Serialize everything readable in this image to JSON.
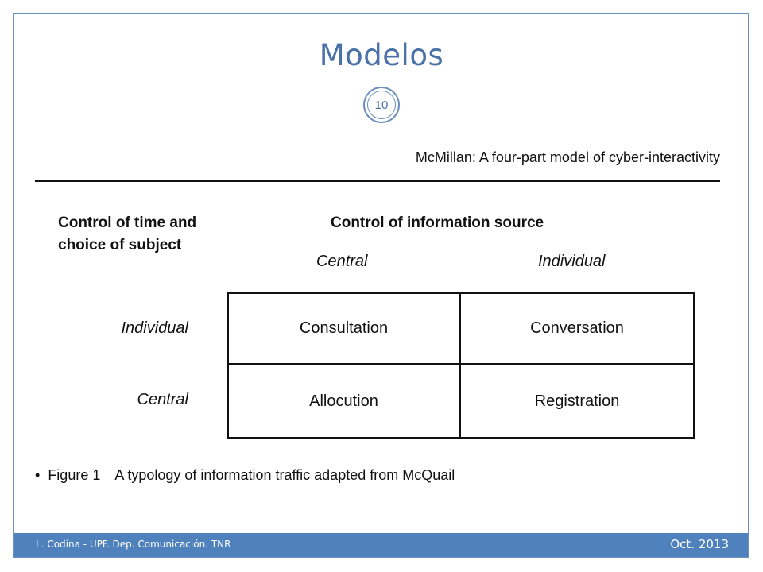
{
  "slide": {
    "title": "Modelos",
    "page_number": "10",
    "frame_color": "#6d8fbf",
    "title_color": "#4a72a8",
    "footer_color": "#4f81bd"
  },
  "figure": {
    "heading": "McMillan: A four-part model of cyber-interactivity",
    "row_axis_title_line1": "Control of time and",
    "row_axis_title_line2": "choice of subject",
    "col_axis_title": "Control of information source",
    "col_headers": [
      "Central",
      "Individual"
    ],
    "row_headers": [
      "Individual",
      "Central"
    ],
    "cells": [
      [
        "Consultation",
        "Conversation"
      ],
      [
        "Allocution",
        "Registration"
      ]
    ],
    "caption_bullet": "•",
    "caption_figure": "Figure 1",
    "caption_text": "A typology of information traffic adapted from McQuail"
  },
  "footer": {
    "left": "L. Codina - UPF. Dep. Comunicación. TNR",
    "right": "Oct. 2013"
  }
}
